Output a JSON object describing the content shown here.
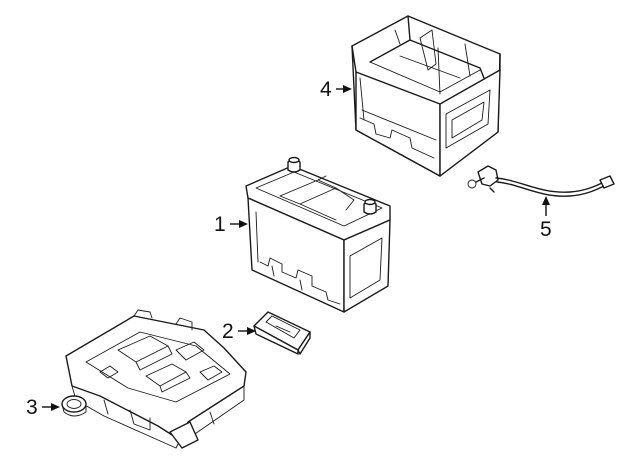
{
  "callouts": [
    {
      "id": "battery",
      "label": "1"
    },
    {
      "id": "hold-down-clamp",
      "label": "2"
    },
    {
      "id": "battery-tray",
      "label": "3"
    },
    {
      "id": "battery-insulator-box",
      "label": "4"
    },
    {
      "id": "ground-cable",
      "label": "5"
    }
  ],
  "colors": {
    "line": "#1a1a1a",
    "background": "#ffffff"
  }
}
